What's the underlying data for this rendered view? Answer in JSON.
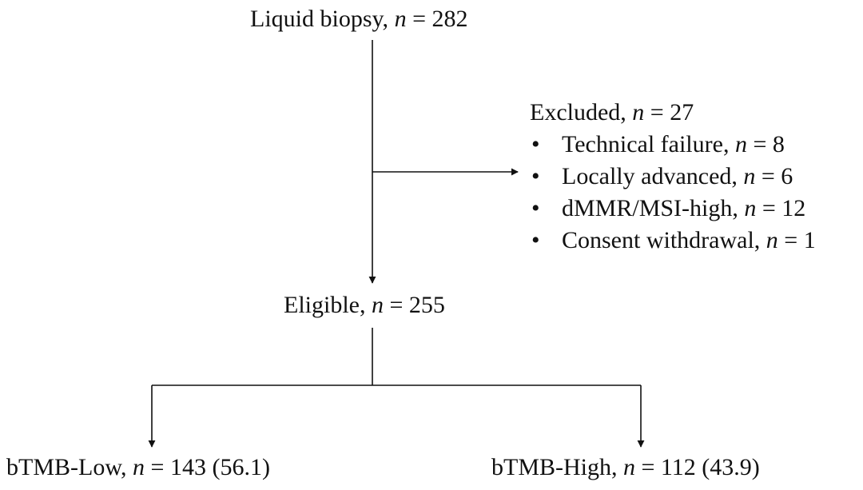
{
  "nodes": {
    "liquid_biopsy": {
      "label": "Liquid biopsy, ",
      "n_symbol": "n",
      "value": " = 282"
    },
    "eligible": {
      "label": "Eligible, ",
      "n_symbol": "n",
      "value": " = 255"
    },
    "btmb_low": {
      "label": "bTMB-Low, ",
      "n_symbol": "n",
      "value": " = 143 (56.1)"
    },
    "btmb_high": {
      "label": "bTMB-High, ",
      "n_symbol": "n",
      "value": " = 112 (43.9)"
    }
  },
  "excluded": {
    "label": "Excluded, ",
    "n_symbol": "n",
    "value": " = 27",
    "bullet": "•",
    "reasons": [
      {
        "label": "Technical failure, ",
        "n_symbol": "n",
        "value": " = 8"
      },
      {
        "label": "Locally advanced, ",
        "n_symbol": "n",
        "value": " = 6"
      },
      {
        "label": "dMMR/MSI-high, ",
        "n_symbol": "n",
        "value": " = 12"
      },
      {
        "label": "Consent withdrawal, ",
        "n_symbol": "n",
        "value": " = 1"
      }
    ]
  },
  "colors": {
    "line": "#111111",
    "text": "#111111",
    "background": "#ffffff"
  }
}
